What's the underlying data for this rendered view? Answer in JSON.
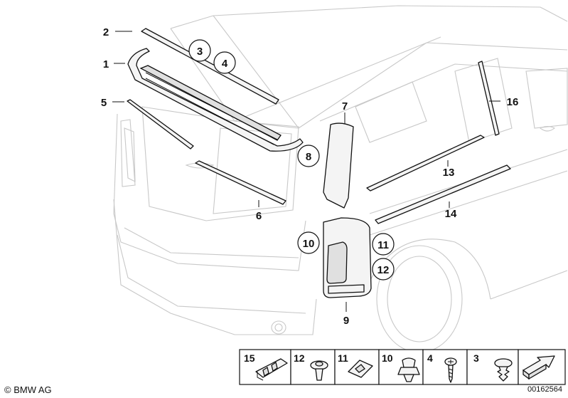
{
  "diagram": {
    "callouts": [
      {
        "id": "c2",
        "label": "2",
        "circled": false
      },
      {
        "id": "c1",
        "label": "1",
        "circled": false
      },
      {
        "id": "c5",
        "label": "5",
        "circled": false
      },
      {
        "id": "c3",
        "label": "3",
        "circled": true
      },
      {
        "id": "c4",
        "label": "4",
        "circled": true
      },
      {
        "id": "c7",
        "label": "7",
        "circled": false
      },
      {
        "id": "c16",
        "label": "16",
        "circled": false
      },
      {
        "id": "c8",
        "label": "8",
        "circled": true
      },
      {
        "id": "c13",
        "label": "13",
        "circled": false
      },
      {
        "id": "c6",
        "label": "6",
        "circled": false
      },
      {
        "id": "c14",
        "label": "14",
        "circled": false
      },
      {
        "id": "c10",
        "label": "10",
        "circled": true
      },
      {
        "id": "c11",
        "label": "11",
        "circled": true
      },
      {
        "id": "c12",
        "label": "12",
        "circled": true
      },
      {
        "id": "c9",
        "label": "9",
        "circled": false
      }
    ],
    "fastener_strip": [
      {
        "label": "15",
        "icon": "clip-rail-icon"
      },
      {
        "label": "12",
        "icon": "push-rivet-icon"
      },
      {
        "label": "11",
        "icon": "spring-nut-icon"
      },
      {
        "label": "10",
        "icon": "expanding-rivet-icon"
      },
      {
        "label": "4",
        "icon": "screw-icon"
      },
      {
        "label": "3",
        "icon": "fir-tree-clip-icon"
      },
      {
        "label": "",
        "icon": "direction-arrow-icon"
      }
    ]
  },
  "footer": {
    "copyright": "© BMW AG",
    "reference_number": "00162564"
  }
}
